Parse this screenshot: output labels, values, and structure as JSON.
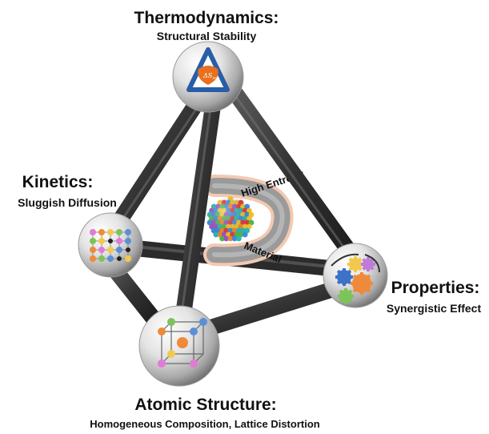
{
  "nodes": {
    "thermo": {
      "title": "Thermodynamics:",
      "subtitle": "Structural Stability",
      "symbol": "ΔS",
      "symbol_sub": "mix"
    },
    "kinetics": {
      "title": "Kinetics:",
      "subtitle": "Sluggish Diffusion"
    },
    "properties": {
      "title": "Properties:",
      "subtitle": "Synergistic Effect"
    },
    "structure": {
      "title": "Atomic Structure:",
      "subtitle": "Homogeneous Composition, Lattice Distortion"
    }
  },
  "center": {
    "ribbon_top": "High Entropy",
    "ribbon_bottom": "Material"
  },
  "atoms": {
    "kinetics_grid": [
      "E",
      "A",
      "D",
      "B",
      "C",
      "B",
      "D",
      "",
      "E",
      "C",
      "A",
      "E",
      "D",
      "C",
      "",
      "A",
      "B",
      "C",
      "",
      "D"
    ],
    "structure_cube": [
      "B",
      "C",
      "A",
      "C",
      "A",
      "D",
      "E",
      "E"
    ],
    "gears": [
      "D",
      "E",
      "C",
      "A",
      "B"
    ]
  },
  "colors": {
    "rod": "#3a3a3a",
    "sphere_light": "#ffffff",
    "sphere_dark": "#7d7d7d",
    "triangle": "#2a5da8",
    "orange": "#e8701e"
  }
}
